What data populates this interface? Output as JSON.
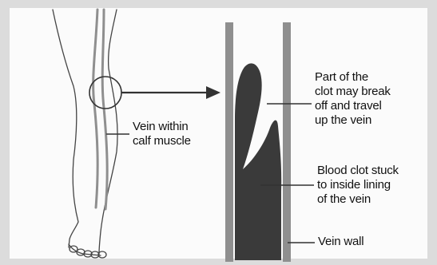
{
  "labels": {
    "vein_calf": "Vein within\ncalf muscle",
    "clot_break": "Part of the\nclot may break\noff and travel\nup the vein",
    "clot_stuck": "Blood clot stuck\nto inside lining\nof the vein",
    "vein_wall": "Vein wall"
  },
  "colors": {
    "background": "#fbfbfb",
    "frame": "#dcdcdc",
    "outline": "#444444",
    "vein_wall": "#8f8f8f",
    "clot": "#3a3a3a",
    "text": "#111111"
  }
}
